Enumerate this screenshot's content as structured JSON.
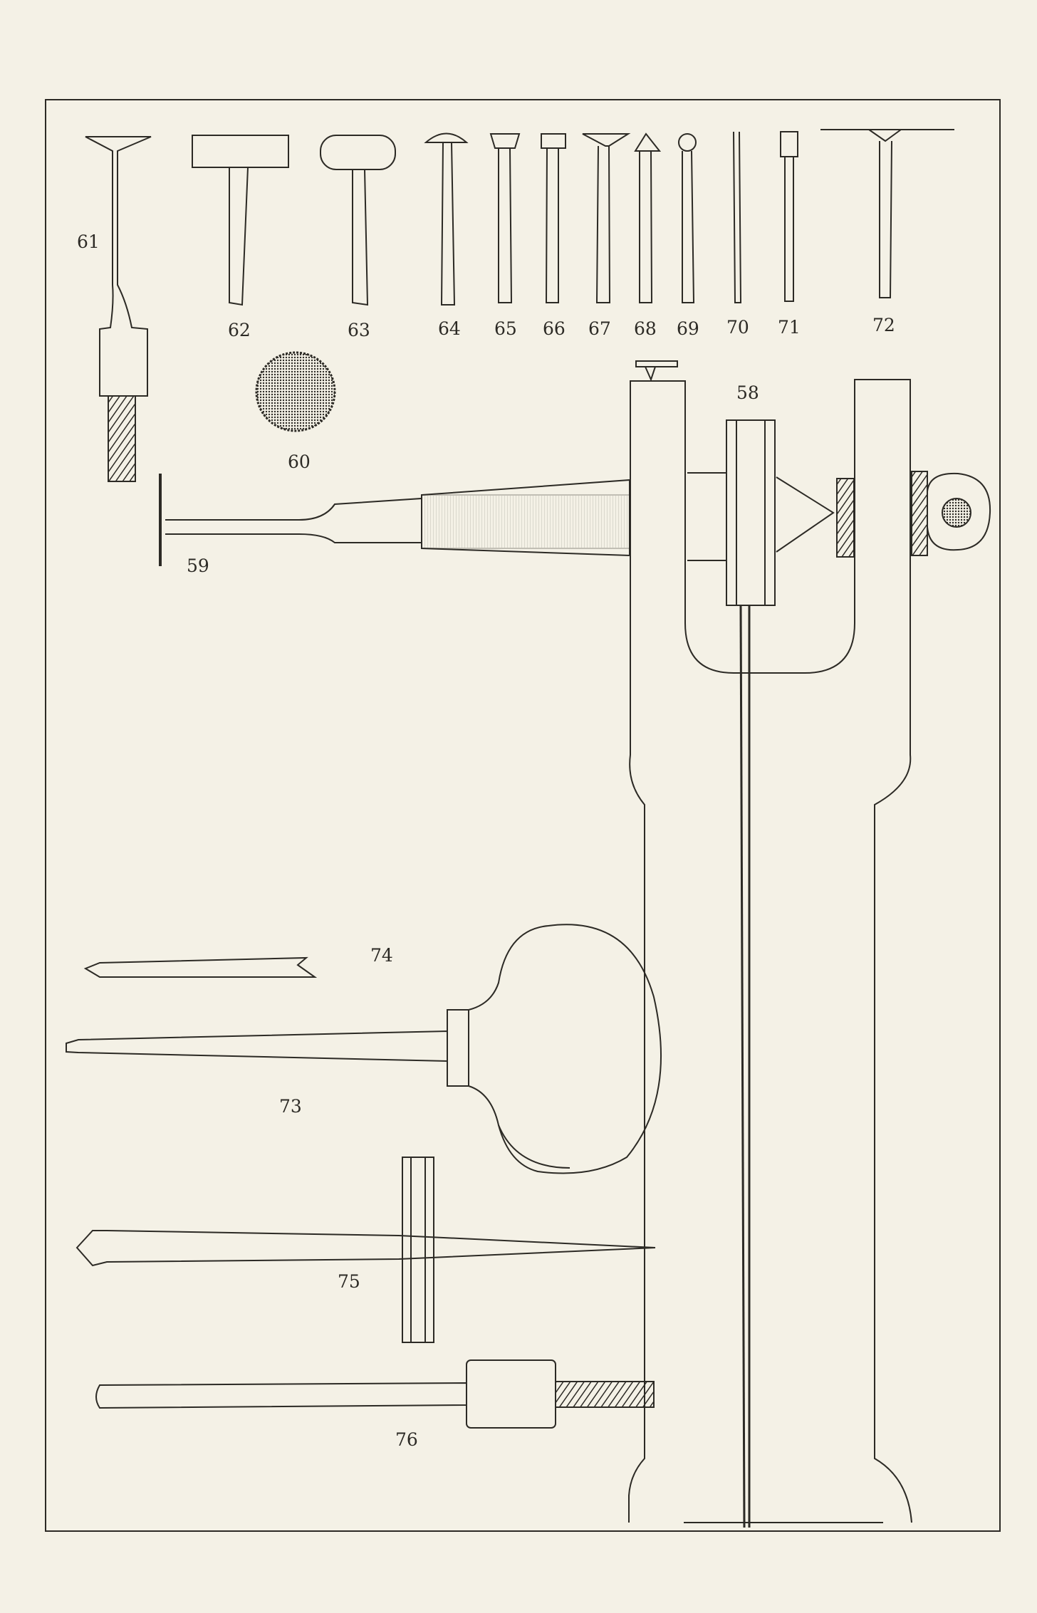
{
  "plate": {
    "paper_color": "#f4f1e6",
    "ink_color": "#2c2a25",
    "figures": [
      {
        "id": "58",
        "label": "58",
        "name": "lathe-frame"
      },
      {
        "id": "59",
        "label": "59",
        "name": "t-rest-with-socket"
      },
      {
        "id": "60",
        "label": "60",
        "name": "milled-disc"
      },
      {
        "id": "61",
        "label": "61",
        "name": "chisel-with-screw-tang"
      },
      {
        "id": "62",
        "label": "62",
        "name": "flat-head-punch"
      },
      {
        "id": "63",
        "label": "63",
        "name": "rounded-head-punch"
      },
      {
        "id": "64",
        "label": "64",
        "name": "dome-head-punch"
      },
      {
        "id": "65",
        "label": "65",
        "name": "tapered-head-punch"
      },
      {
        "id": "66",
        "label": "66",
        "name": "square-head-punch"
      },
      {
        "id": "67",
        "label": "67",
        "name": "v-head-punch"
      },
      {
        "id": "68",
        "label": "68",
        "name": "pointed-head-punch"
      },
      {
        "id": "69",
        "label": "69",
        "name": "ball-head-punch"
      },
      {
        "id": "70",
        "label": "70",
        "name": "plain-rod"
      },
      {
        "id": "71",
        "label": "71",
        "name": "small-square-punch"
      },
      {
        "id": "72",
        "label": "72",
        "name": "wide-blade-tool"
      },
      {
        "id": "73",
        "label": "73",
        "name": "graver-with-handle"
      },
      {
        "id": "74",
        "label": "74",
        "name": "broken-graver"
      },
      {
        "id": "75",
        "label": "75",
        "name": "arbor-with-pulley"
      },
      {
        "id": "76",
        "label": "76",
        "name": "screw-mandrel"
      }
    ]
  }
}
